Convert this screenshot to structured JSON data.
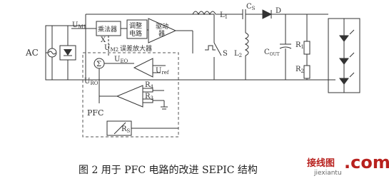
{
  "labels": {
    "ac": "AC",
    "um1": "U",
    "um1_sub": "M1",
    "multiplier": "乘法器",
    "x": "X",
    "adjust_line1": "调整",
    "adjust_line2": "电路",
    "driver_line1": "驱动",
    "driver_line2": "器",
    "um2": "U",
    "um2_sub": "M2",
    "error_amp": "误差放大器",
    "sigma": "Σ",
    "ueo": "U",
    "ueo_sub": "EO",
    "uref": "U",
    "uref_sub": "ref",
    "uro": "U",
    "uro_sub": "RO",
    "r4": "R",
    "r4_sub": "4",
    "r3": "R",
    "r3_sub": "3",
    "pfc": "PFC",
    "rs": "R",
    "rs_sub": "S",
    "l1": "L",
    "l1_sub": "1",
    "cs": "C",
    "cs_sub": "S",
    "d": "D",
    "s": "S",
    "l2": "L",
    "l2_sub": "2",
    "cout": "C",
    "cout_sub": "OUT",
    "r1": "R",
    "r1_sub": "1",
    "r2": "R",
    "r2_sub": "2"
  },
  "caption": "图 2   用于 PFC 电路的改进 SEPIC 结构",
  "watermark": {
    "cn": "接线图",
    "com": ".com",
    "url": "jiexiantu"
  }
}
